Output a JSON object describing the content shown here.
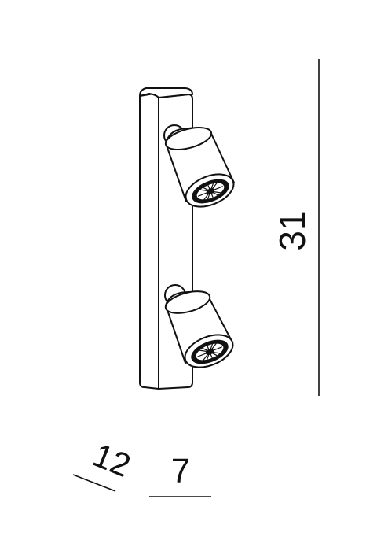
{
  "drawing": {
    "line_color": "#111111",
    "background": "#ffffff",
    "spot_count": 2
  },
  "dimensions": {
    "height": "31",
    "depth": "12",
    "width": "7"
  }
}
